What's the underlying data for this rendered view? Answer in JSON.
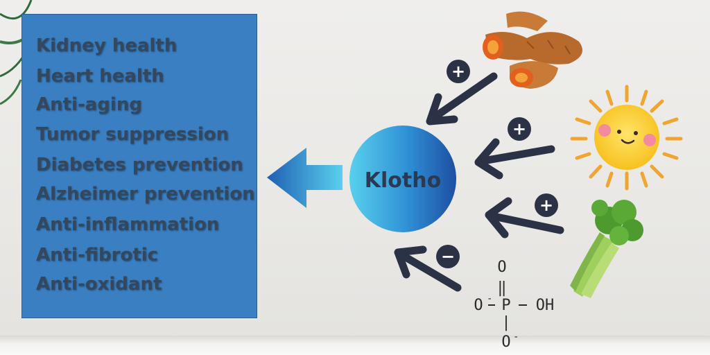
{
  "benefits": [
    "Kidney health",
    "Heart health",
    "Anti-aging",
    "Tumor suppression",
    "Diabetes prevention",
    "Alzheimer prevention",
    "Anti-inflammation",
    "Anti-fibrotic",
    "Anti-oxidant"
  ],
  "center": {
    "label": "Klotho"
  },
  "inputs": [
    {
      "name": "turmeric",
      "effect": "+"
    },
    {
      "name": "sun",
      "effect": "+"
    },
    {
      "name": "celery",
      "effect": "+"
    },
    {
      "name": "phosphate",
      "effect": "−"
    }
  ],
  "phosphate_formula": {
    "top_atom": "O",
    "double_bond": "‖",
    "left_group": "O",
    "left_charge": "-",
    "center_atom": "P",
    "right_group": "OH",
    "bottom_bond": "|",
    "bottom_group": "O",
    "bottom_charge": "-"
  },
  "colors": {
    "box": "#3a7fc1",
    "text": "#33475e",
    "arrow_dark": "#2b3246",
    "circle_light": "#4fc3e8",
    "circle_dark": "#1f57a8"
  }
}
